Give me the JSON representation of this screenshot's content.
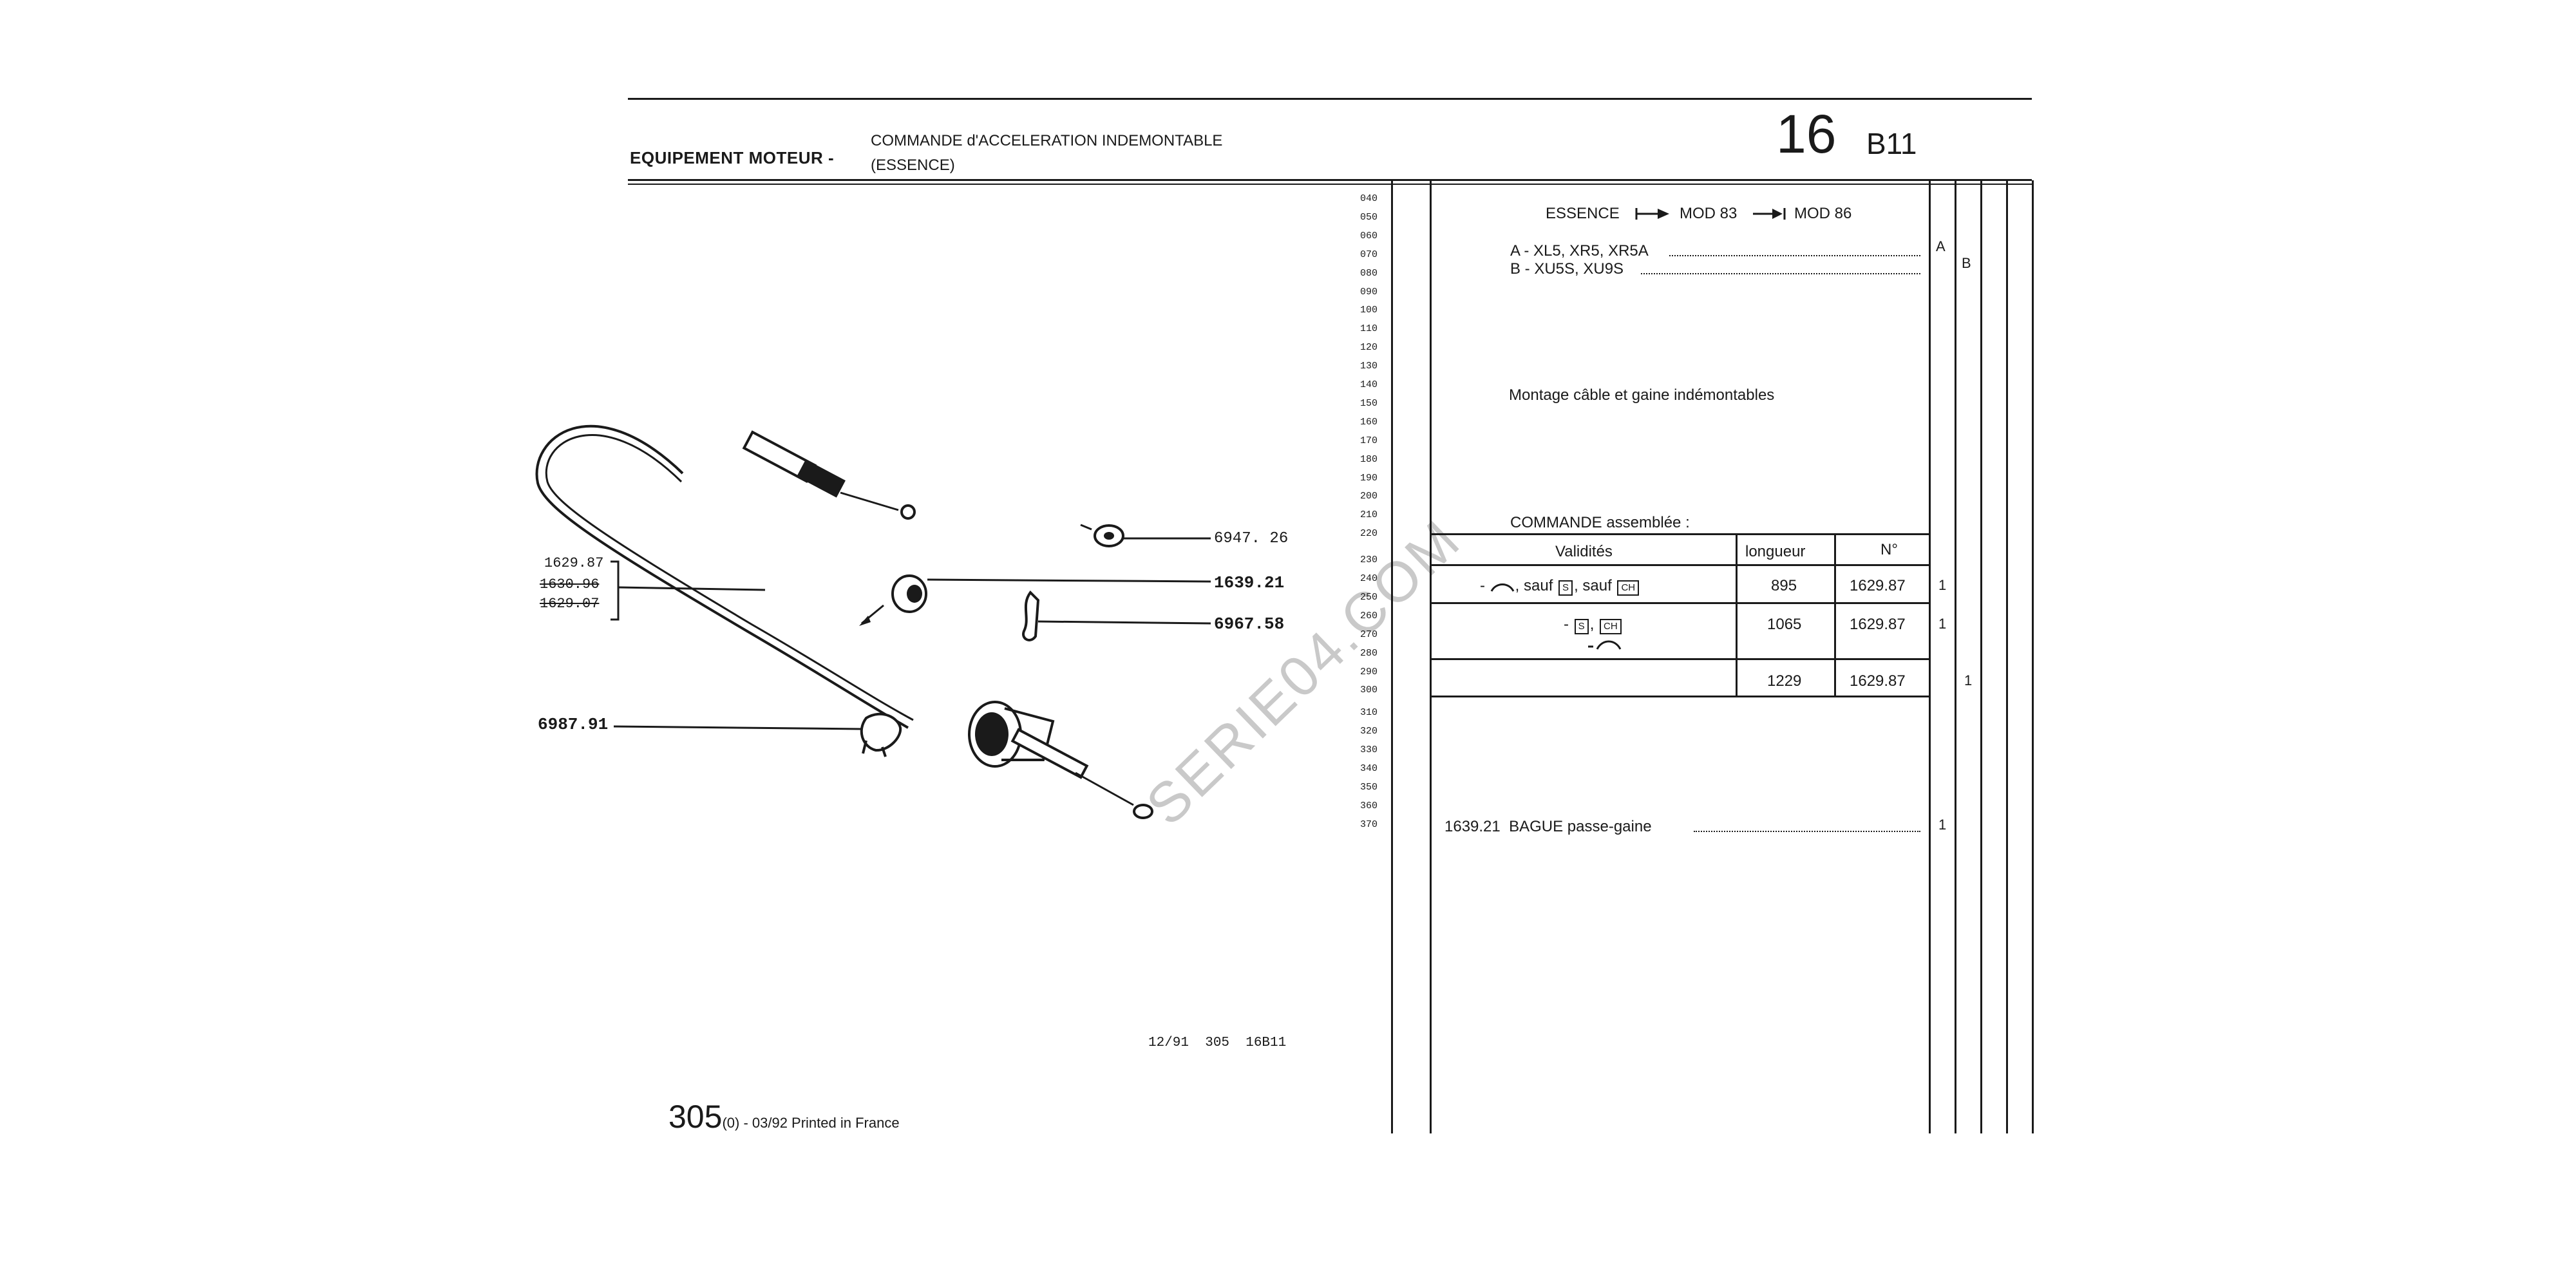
{
  "header": {
    "section": "EQUIPEMENT MOTEUR -",
    "title_line1": "COMMANDE d'ACCELERATION INDEMONTABLE",
    "title_line2": "(ESSENCE)",
    "group": "16",
    "subgroup": "B11"
  },
  "diagram": {
    "refs": {
      "r1": "6947. 26",
      "r2": "1639.21",
      "r3": "6967.58",
      "r4": "6987.91",
      "bracket_a": "1629.87",
      "bracket_b": "1630.96",
      "bracket_c": "1629.07"
    },
    "footer_code": "12/91  305  16B11"
  },
  "line_numbers": [
    "040",
    "050",
    "060",
    "070",
    "080",
    "090",
    "100",
    "110",
    "120",
    "130",
    "140",
    "150",
    "160",
    "170",
    "180",
    "190",
    "200",
    "210",
    "220",
    "230",
    "240",
    "250",
    "260",
    "270",
    "280",
    "290",
    "300",
    "310",
    "320",
    "330",
    "340",
    "350",
    "360",
    "370"
  ],
  "right": {
    "essence_label": "ESSENCE",
    "mod_from": "MOD 83",
    "mod_to": "MOD 86",
    "variant_a": "A - XL5, XR5, XR5A",
    "variant_b": "B - XU5S, XU9S",
    "col_a": "A",
    "col_b": "B",
    "montage": "Montage câble et gaine indémontables",
    "commande": "COMMANDE assemblée :",
    "table": {
      "h_validites": "Validités",
      "h_longueur": "longueur",
      "h_no": "N°",
      "rows": [
        {
          "prefix": "-",
          "sauf1": ", sauf",
          "box1": "S",
          "sauf2": ", sauf",
          "box2": "CH",
          "longueur": "895",
          "no": "1629.87",
          "qa": "1",
          "qb": ""
        },
        {
          "prefix": "-",
          "box1": "S",
          "sep": ",",
          "box2": "CH",
          "longueur": "1065",
          "no": "1629.87",
          "qa": "1",
          "qb": ""
        },
        {
          "longueur": "1229",
          "no": "1629.87",
          "qa": "",
          "qb": "1"
        }
      ]
    },
    "bague": "1639.21  BAGUE passe-gaine",
    "bague_qty": "1"
  },
  "footer": {
    "page": "305",
    "rest": "(0) - 03/92 Printed in France"
  },
  "watermark": "SERIE04.COM"
}
